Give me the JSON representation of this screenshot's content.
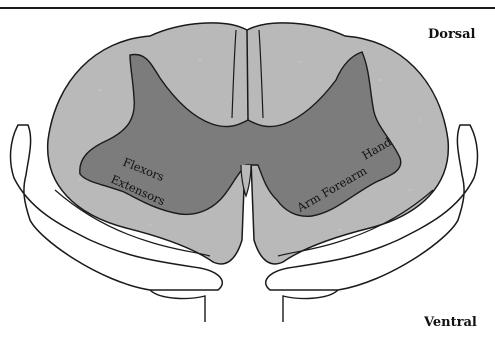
{
  "labels": {
    "dorsal": "Dorsal",
    "ventral": "Ventral",
    "flexors": "Flexors",
    "extensors": "Extensors",
    "hand": "Hand",
    "arm_forearm": "Arm Forearm"
  },
  "colors": {
    "white_matter": "#b9b9b9",
    "gray_matter": "#7c7c7c",
    "outline": "#1a1a1a",
    "background": "#ffffff"
  }
}
